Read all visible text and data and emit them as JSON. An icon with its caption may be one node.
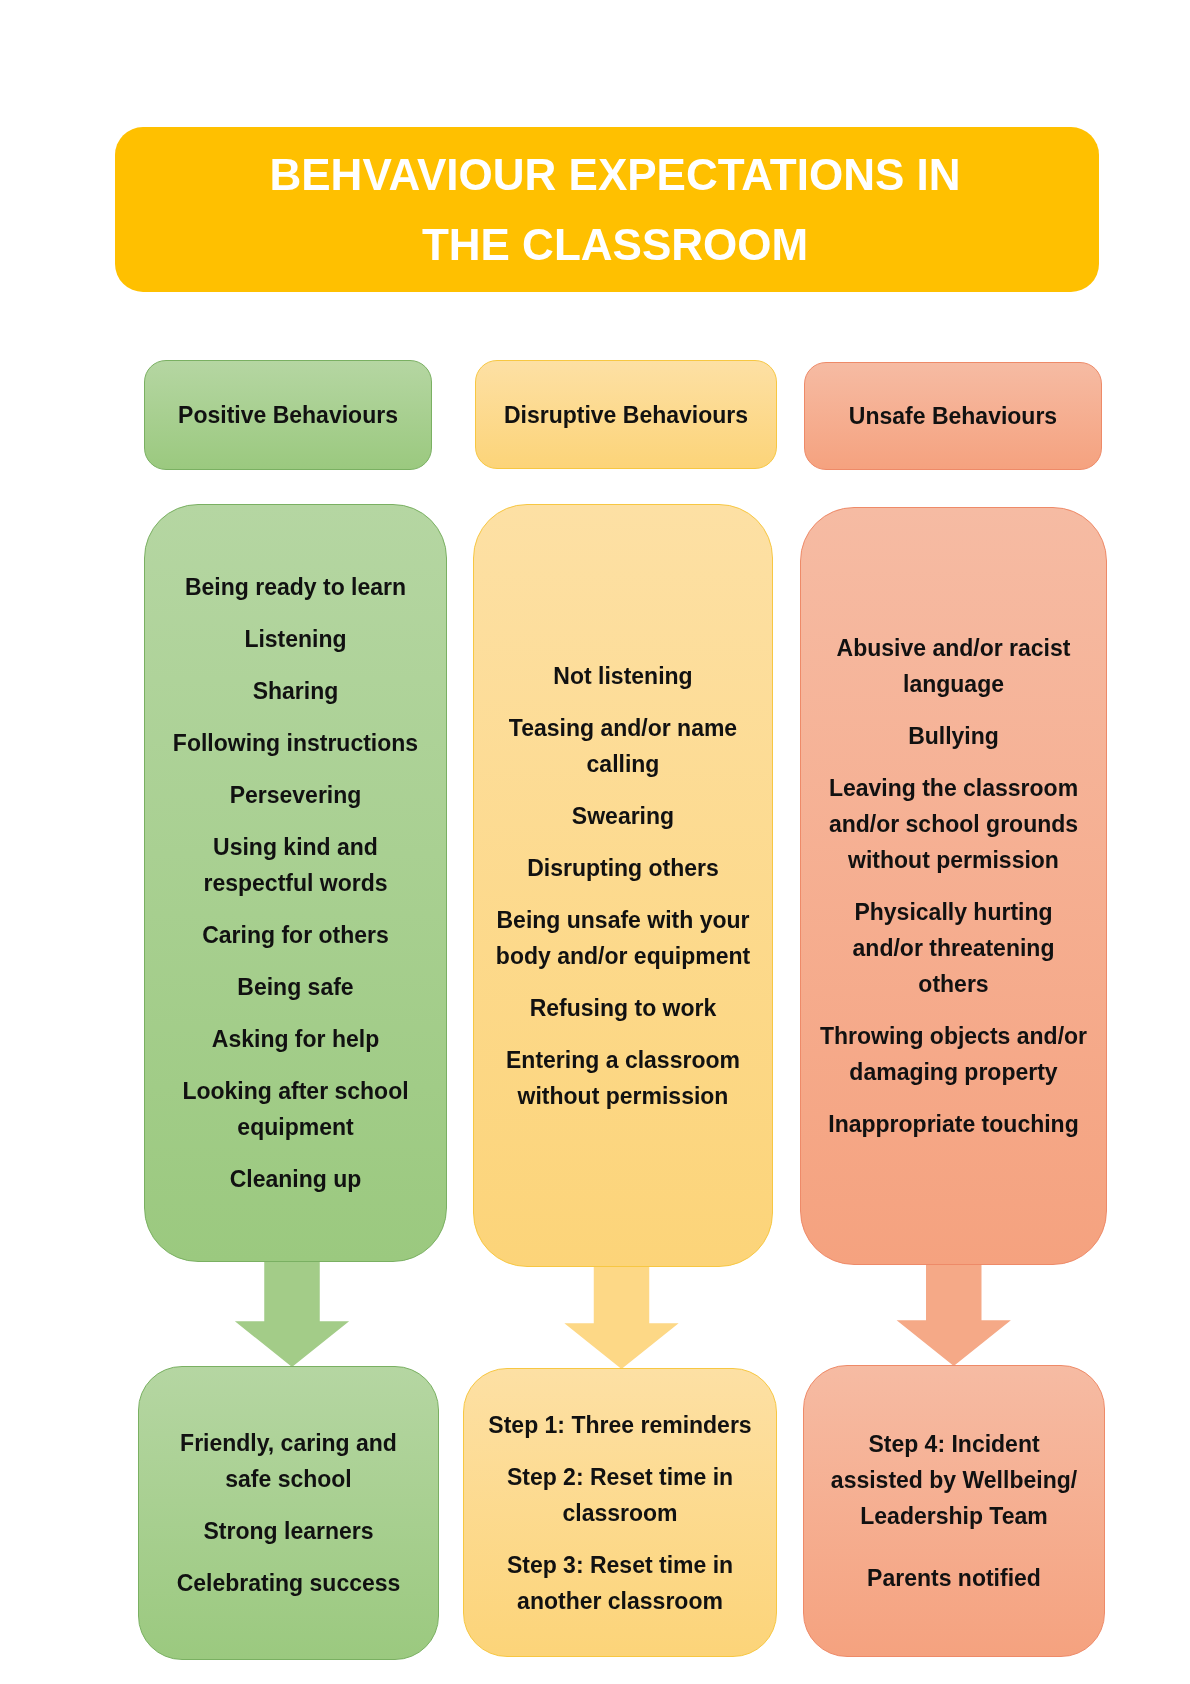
{
  "diagram": {
    "title": "BEHVAVIOUR EXPECTATIONS IN THE CLASSROOM",
    "nodes": [
      {
        "text": [
          "Positive Behaviours"
        ]
      },
      {
        "text": [
          "Disruptive Behaviours"
        ]
      },
      {
        "text": [
          "Unsafe Behaviours"
        ]
      },
      {
        "text": [
          "Being ready to learn",
          "Listening",
          "Sharing",
          "Following instructions",
          "Persevering",
          "Using kind and respectful words",
          "Caring for others",
          "Being safe",
          "Asking for help",
          "Looking after school equipment",
          "Cleaning up"
        ]
      },
      {
        "text": [
          "Not listening",
          "Teasing and/or name calling",
          "Swearing",
          "Disrupting others",
          "Being unsafe with your body and/or equipment",
          "Refusing to work",
          "Entering a classroom without permission"
        ]
      },
      {
        "text": [
          "Abusive and/or racist language",
          "Bullying",
          "Leaving the classroom and/or school grounds without permission",
          "Physically hurting and/or threatening others",
          "Throwing objects and/or damaging property",
          "Inappropriate touching"
        ]
      },
      {
        "text": [
          "Friendly, caring and safe school",
          "Strong learners",
          "Celebrating success"
        ]
      },
      {
        "text": [
          "Step 1: Three reminders",
          "Step 2: Reset time in classroom",
          "Step 3: Reset time in another classroom"
        ]
      },
      {
        "text": [
          "Step 4: Incident assisted by Wellbeing/ Leadership Team",
          "Parents notified"
        ]
      }
    ],
    "edges": [
      {
        "from": 3,
        "to": 6,
        "arrow": "to",
        "style": "thick",
        "color": "#a3cc88"
      },
      {
        "from": 4,
        "to": 7,
        "arrow": "to",
        "style": "thick",
        "color": "#fdd886"
      },
      {
        "from": 5,
        "to": 8,
        "arrow": "to",
        "style": "thick",
        "color": "#f5a987"
      }
    ]
  }
}
